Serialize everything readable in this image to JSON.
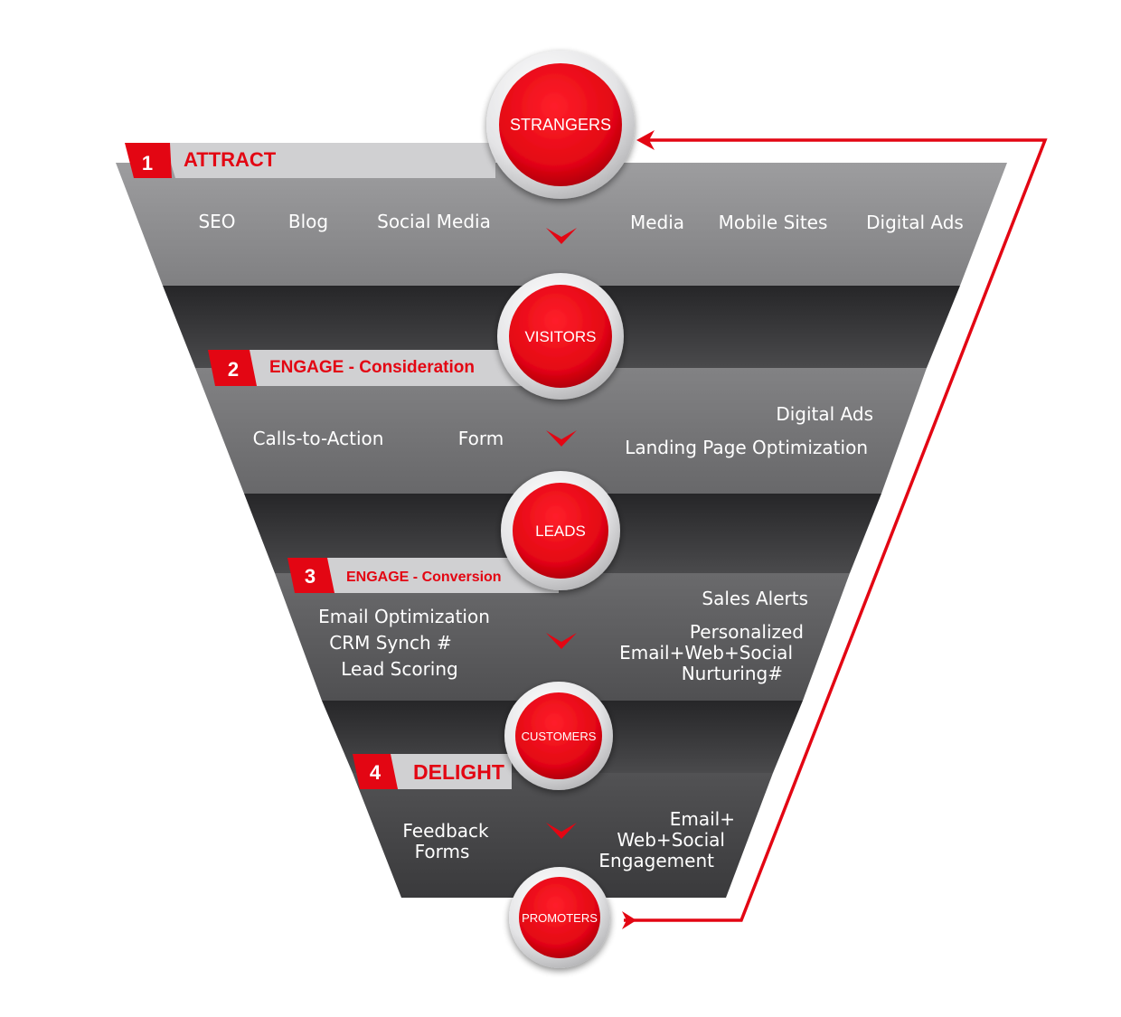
{
  "stages": [
    {
      "label": "STRANGERS"
    },
    {
      "label": "VISITORS"
    },
    {
      "label": "LEADS"
    },
    {
      "label": "CUSTOMERS"
    },
    {
      "label": "PROMOTERS"
    }
  ],
  "bands": [
    {
      "number": "1",
      "title": "ATTRACT",
      "subtitle": "",
      "items": [
        "SEO",
        "Blog",
        "Social Media",
        "Media",
        "Mobile Sites",
        "Digital Ads"
      ]
    },
    {
      "number": "2",
      "title": "ENGAGE",
      "subtitle": " - Consideration",
      "items": [
        "Calls-to-Action",
        "Form",
        "Digital Ads",
        "Landing Page Optimization"
      ]
    },
    {
      "number": "3",
      "title": "ENGAGE",
      "subtitle": " - Conversion",
      "items": [
        "Email Optimization",
        "CRM Synch #",
        "Lead Scoring",
        "Sales Alerts",
        "Personalized",
        "Email+Web+Social",
        "Nurturing#"
      ]
    },
    {
      "number": "4",
      "title": "DELIGHT",
      "subtitle": "",
      "items": [
        "Feedback",
        "Forms",
        "Email+",
        "Web+Social",
        "Engagement"
      ]
    }
  ],
  "colors": {
    "accent": "#e30613",
    "band1": "#8e8e90",
    "band2": "#747476",
    "band3": "#5c5c5e",
    "band4": "#444446",
    "connector": "#2e2e30",
    "tab": "#d0d0d2"
  },
  "icons": [
    "chevron-down-icon",
    "loop-arrow-icon"
  ]
}
